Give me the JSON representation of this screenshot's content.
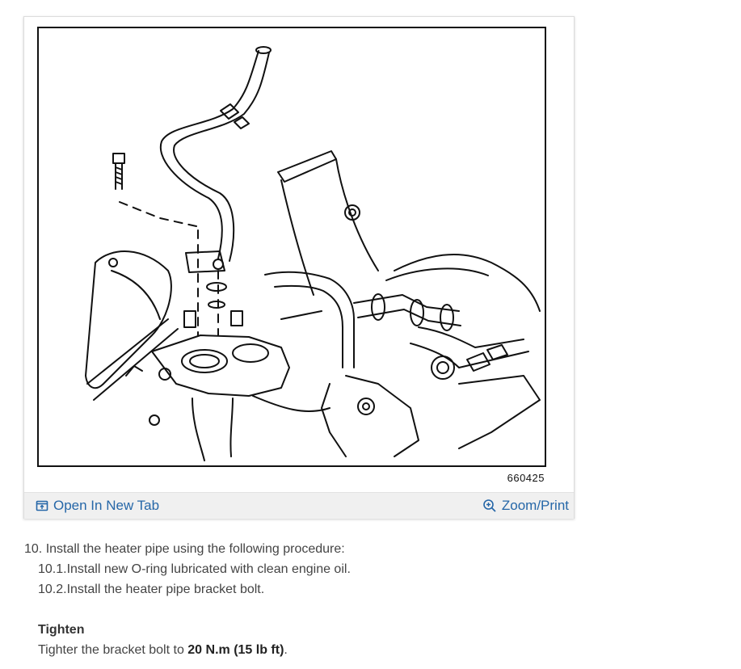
{
  "figure": {
    "id_label": "660425",
    "open_tab_label": "Open In New Tab",
    "zoom_label": "Zoom/Print",
    "accent_color": "#2667a8",
    "icons": [
      "open-new-tab-icon",
      "zoom-in-icon"
    ]
  },
  "procedure": {
    "step": "10. Install the heater pipe using the following procedure:",
    "substeps": [
      "10.1.Install new O-ring lubricated with clean engine oil.",
      "10.2.Install the heater pipe bracket bolt."
    ],
    "tighten_heading": "Tighten",
    "tighten_prefix": "Tighter the bracket bolt to ",
    "tighten_value": "20 N.m (15 lb ft)",
    "tighten_suffix": "."
  }
}
